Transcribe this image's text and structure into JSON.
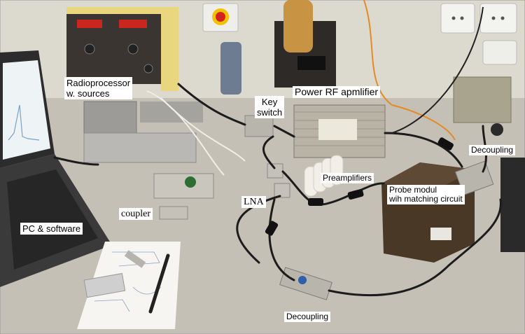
{
  "labels": {
    "radioprocessor_line1": "Radioprocessor",
    "radioprocessor_line2": "w. sources",
    "key_switch_line1": "Key",
    "key_switch_line2": "switch",
    "power_rf_amplifier": "Power RF apmlifier",
    "decoupling_right": "Decoupling",
    "preamplifiers": "Preamplifiers",
    "probe_line1": "Probe modul",
    "probe_line2": "wih matching circuit",
    "lna": "LNA",
    "coupler": "coupler",
    "pc_software": "PC & software",
    "decoupling_bottom": "Decoupling"
  },
  "colors": {
    "wall": "#dcd9cf",
    "table": "#c4c0b5",
    "label_bg": "#ffffff",
    "cable": "#1c1c1c",
    "rf_amplifier_metal": "#b9b3a6",
    "probe_box": "#4a3826"
  }
}
